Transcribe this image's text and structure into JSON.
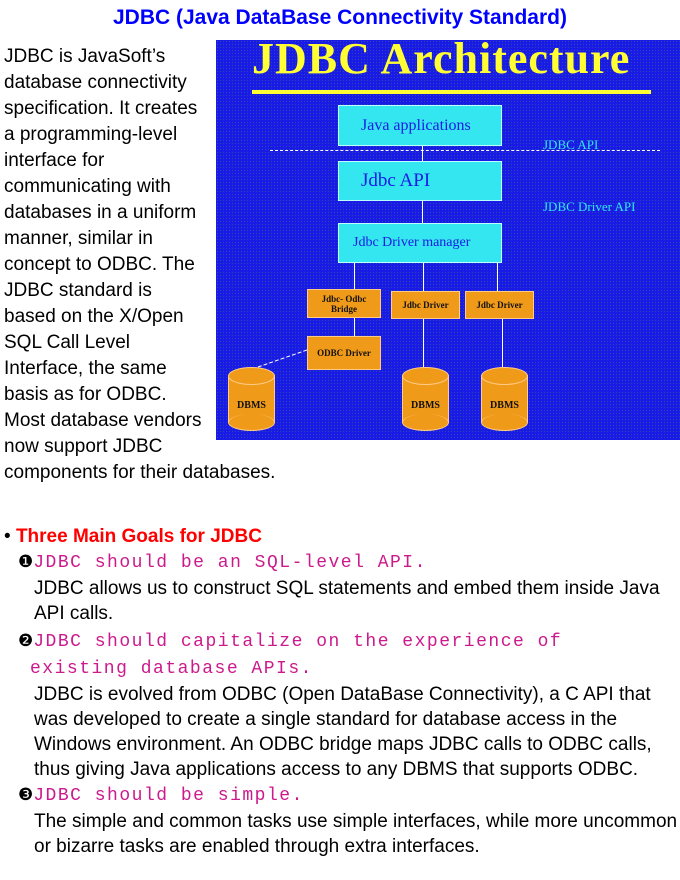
{
  "title": "JDBC (Java DataBase Connectivity Standard)",
  "intro": "JDBC is JavaSoft’s database connectivity specification. It creates a programming-level interface for communicating with databases in a uniform manner, similar in concept to ODBC.  The JDBC standard is based on the X/Open SQL Call Level Interface, the same basis as for ODBC.  Most database vendors now support JDBC components for their databases.",
  "diagram": {
    "title": "JDBC Architecture",
    "java_apps": "Java applications",
    "jdbc_api_box": "Jdbc API",
    "driver_manager": "Jdbc Driver manager",
    "jdbc_api_label": "JDBC API",
    "driver_api_label": "JDBC Driver API",
    "bridge": "Jdbc- Odbc Bridge",
    "driver1": "Jdbc Driver",
    "driver2": "Jdbc Driver",
    "odbc_driver": "ODBC Driver",
    "dbms": [
      "DBMS",
      "DBMS",
      "DBMS"
    ]
  },
  "goals": {
    "bullet": "•",
    "heading": "Three Main Goals for JDBC",
    "items": [
      {
        "num": "❶",
        "title": "JDBC should be an SQL-level API.",
        "title2": "",
        "desc": "JDBC allows us to construct SQL statements and embed them inside Java API calls."
      },
      {
        "num": "❷",
        "title": "JDBC should capitalize on the experience of",
        "title2": "existing database APIs.",
        "desc": "JDBC is evolved from ODBC (Open DataBase Connectivity), a C API that was developed to create a single standard for database access in the Windows environment.  An ODBC bridge maps JDBC calls to ODBC calls, thus giving Java applications access to any DBMS that supports ODBC."
      },
      {
        "num": "❸",
        "title": "JDBC should be simple.",
        "title2": "",
        "desc": "The simple and common tasks use simple interfaces, while more uncommon or bizarre tasks are enabled through extra interfaces."
      }
    ]
  }
}
